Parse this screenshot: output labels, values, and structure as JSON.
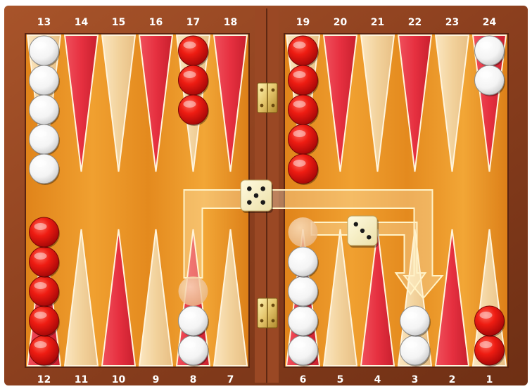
{
  "board": {
    "top_labels": [
      "13",
      "14",
      "15",
      "16",
      "17",
      "18",
      "19",
      "20",
      "21",
      "22",
      "23",
      "24"
    ],
    "bottom_labels": [
      "12",
      "11",
      "10",
      "9",
      "8",
      "7",
      "6",
      "5",
      "4",
      "3",
      "2",
      "1"
    ],
    "checkers": [
      {
        "point": 13,
        "color": "white",
        "count": 5
      },
      {
        "point": 17,
        "color": "red",
        "count": 3
      },
      {
        "point": 19,
        "color": "red",
        "count": 5
      },
      {
        "point": 24,
        "color": "white",
        "count": 2
      },
      {
        "point": 12,
        "color": "red",
        "count": 5
      },
      {
        "point": 8,
        "color": "white",
        "count": 2
      },
      {
        "point": 6,
        "color": "white",
        "count": 4
      },
      {
        "point": 3,
        "color": "white",
        "count": 2
      },
      {
        "point": 1,
        "color": "red",
        "count": 2
      }
    ],
    "ghost_checkers": [
      {
        "point": 8,
        "slot": 2
      },
      {
        "point": 6,
        "slot": 4
      }
    ],
    "dice": [
      {
        "name": "die-1",
        "value": 5
      },
      {
        "name": "die-2",
        "value": 3
      }
    ],
    "moves": [
      {
        "from": 8,
        "to": 3,
        "die": 5
      },
      {
        "from": 6,
        "to": 3,
        "die": 3
      }
    ],
    "colors": {
      "frame": "#8b3f1e",
      "felt": "#e8931f",
      "red_point": "#e8354a",
      "light_point": "#f4d9a8",
      "red_checker": "#e61212",
      "white_checker": "#ffffff"
    }
  }
}
